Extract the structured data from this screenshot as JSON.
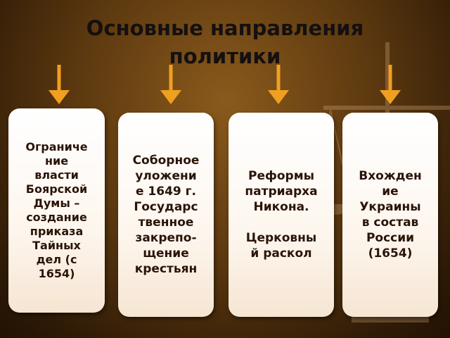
{
  "title": {
    "line1": "Основные направления",
    "line2": "политики"
  },
  "colors": {
    "arrow": "#f0a020",
    "box_text": "#2a1408",
    "title_text": "#151010"
  },
  "boxes": [
    {
      "text": "Ограниче\nние\nвласти\nБоярской\nДумы –\nсоздание\nприказа\nТайных\nдел (с\n1654)"
    },
    {
      "text": "Соборное\nуложени\nе 1649 г.\nГосударс\nтвенное\nзакрепо-\nщение\nкрестьян"
    },
    {
      "text": "Реформы\nпатриарха\nНикона.\n\nЦерковны\nй раскол"
    },
    {
      "text": "Вхожден\nие\nУкраины\nв состав\nРоссии\n(1654)"
    }
  ]
}
